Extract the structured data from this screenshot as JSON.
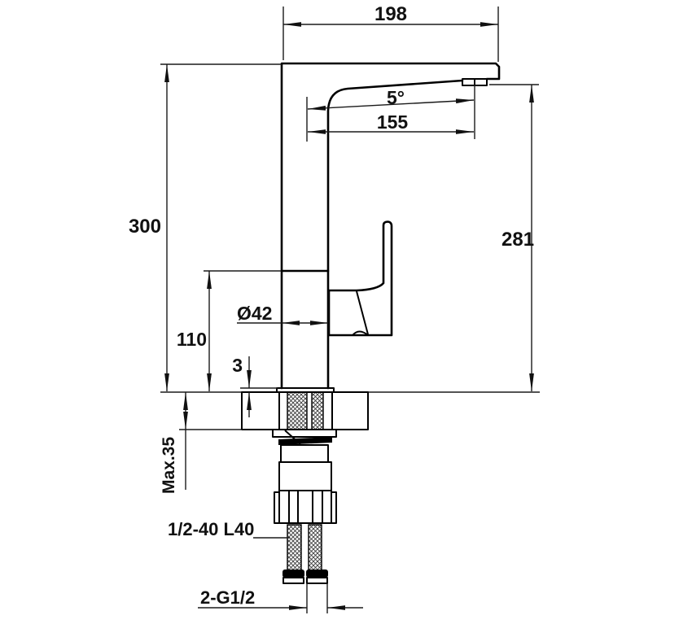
{
  "drawing": {
    "type": "faucet-installation-dimension-diagram",
    "dimensions": {
      "top_width": "198",
      "spout_angle": "5°",
      "spout_reach": "155",
      "total_height": "300",
      "spout_outlet_height": "281",
      "body_diameter": "Ø42",
      "base_section_height": "110",
      "base_plate_thickness": "3",
      "max_deck_thickness": "Max.35",
      "shank_thread": "1/2-40 L40",
      "hose_connections": "2-G1/2"
    },
    "colors": {
      "line": "#000000",
      "dimension_line": "#1a1a1a",
      "background": "#ffffff"
    }
  }
}
